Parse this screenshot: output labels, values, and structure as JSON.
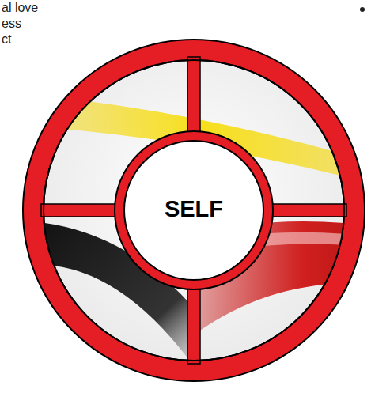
{
  "diagram": {
    "nodes": [
      {
        "text": [
          "SELF"
        ]
      }
    ],
    "labels": [
      "al love",
      "ess",
      "ct"
    ]
  }
}
